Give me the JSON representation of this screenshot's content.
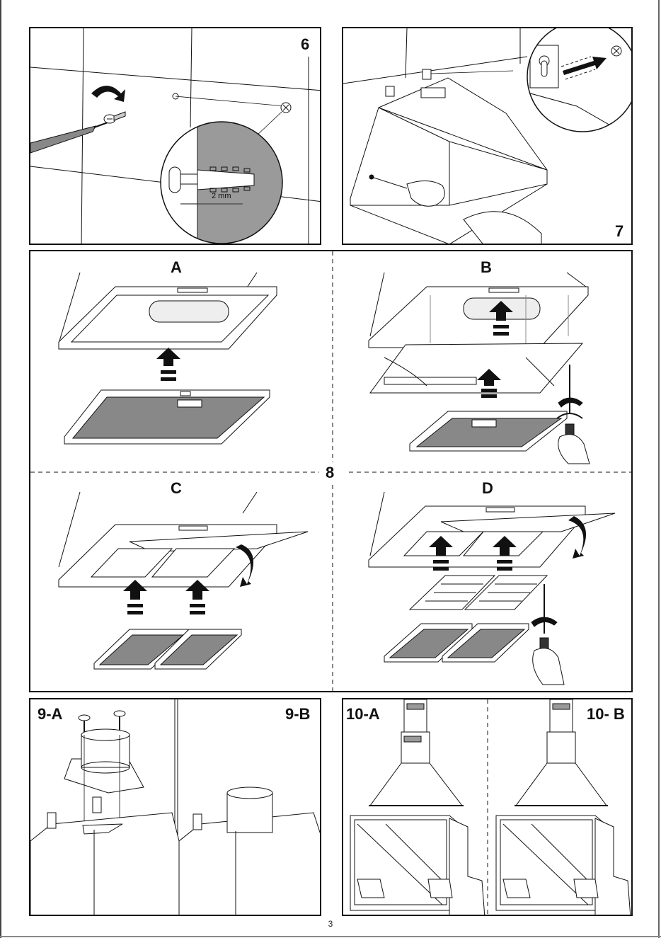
{
  "steps": {
    "s6": {
      "label": "6",
      "gap_label": "2 mm"
    },
    "s7": {
      "label": "7"
    },
    "s8": {
      "label": "8",
      "sub": {
        "a": "A",
        "b": "B",
        "c": "C",
        "d": "D"
      }
    },
    "s9a": {
      "label": "9-A"
    },
    "s9b": {
      "label": "9-B"
    },
    "s10a": {
      "label": "10-A"
    },
    "s10b": {
      "label": "10- B"
    }
  },
  "page_number": "3",
  "colors": {
    "line": "#111111",
    "grey_fill": "#9a9a9a",
    "light_grey": "#cfcfcf"
  }
}
